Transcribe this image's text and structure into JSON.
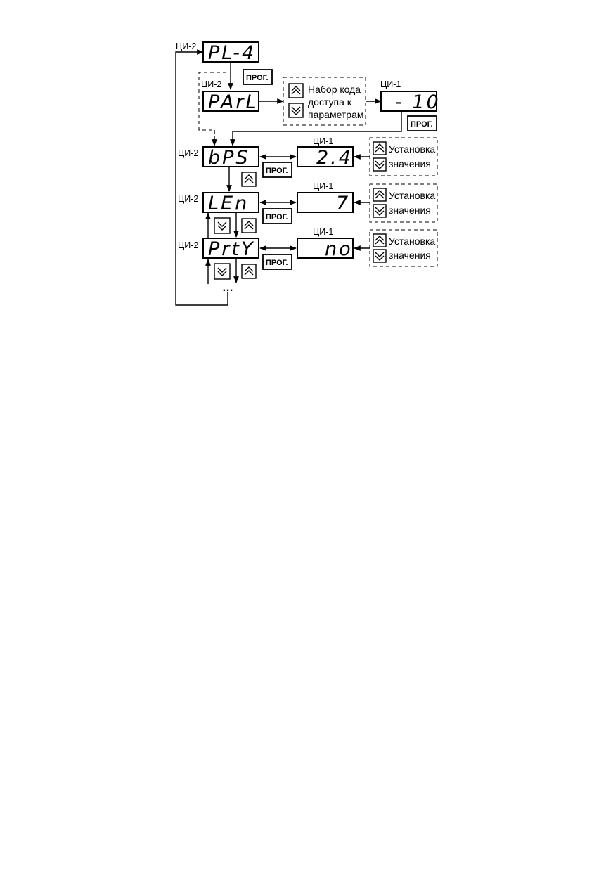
{
  "labels": {
    "ci2": "ЦИ-2",
    "ci1": "ЦИ-1"
  },
  "keys": {
    "prog": "ПРОГ."
  },
  "displays": {
    "pl4": "PL-4",
    "parl": "PArL",
    "code_value": "- 10",
    "bps": "bPS",
    "bps_value": "2.4",
    "len": "LEn",
    "len_value": "7",
    "prty": "PrtY",
    "prty_value": "no"
  },
  "access_code": {
    "line1": "Набор кода",
    "line2": "доступа к",
    "line3": "параметрам"
  },
  "set_value": {
    "line1": "Установка",
    "line2": "значения"
  },
  "continuation": "…",
  "icons": {
    "up": "double-chevron-up-icon",
    "down": "double-chevron-down-icon"
  }
}
